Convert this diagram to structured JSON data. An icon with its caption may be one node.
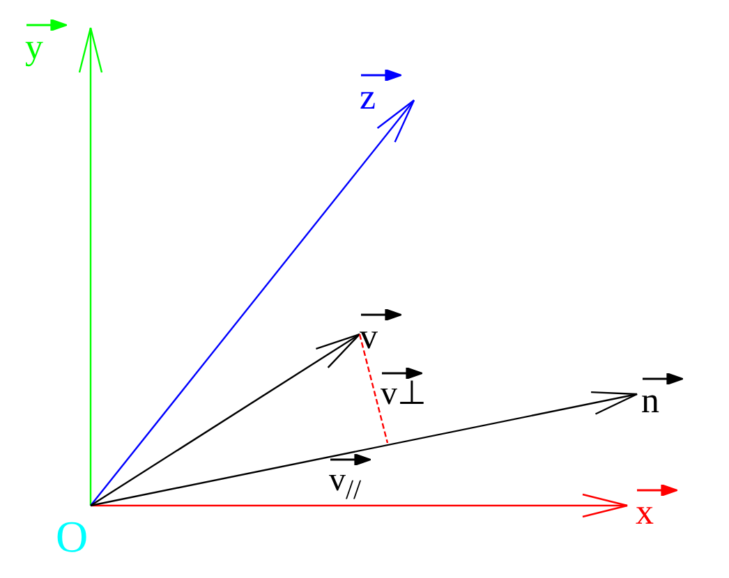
{
  "diagram": {
    "nodes": [
      {
        "text": [
          "O"
        ]
      },
      {
        "text": [
          "x"
        ]
      },
      {
        "text": [
          "y"
        ]
      },
      {
        "text": [
          "z"
        ]
      },
      {
        "text": [
          "v"
        ]
      },
      {
        "text": [
          "n"
        ]
      }
    ],
    "edges": [
      {
        "from": 0,
        "to": 1,
        "arrow": "to",
        "color": "#ff0000"
      },
      {
        "from": 0,
        "to": 2,
        "arrow": "to",
        "color": "#00ff00"
      },
      {
        "from": 0,
        "to": 3,
        "arrow": "to",
        "color": "#0000ff"
      },
      {
        "from": 0,
        "to": 4,
        "arrow": "to",
        "color": "#000000"
      },
      {
        "from": 0,
        "to": 5,
        "arrow": "to",
        "color": "#000000"
      },
      {
        "from": 4,
        "to": null,
        "arrow": "none",
        "style": "dashed",
        "color": "#ff0000",
        "label": "v⊥"
      }
    ],
    "labels": [
      "v$_{//}$"
    ]
  }
}
